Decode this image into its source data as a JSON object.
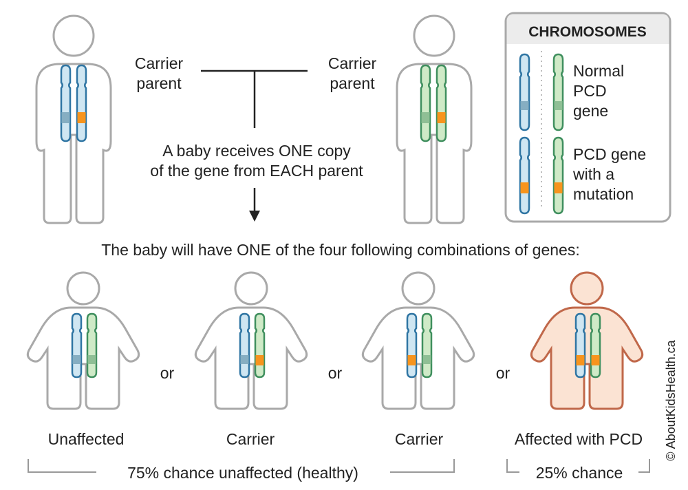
{
  "parents": {
    "left_label_line1": "Carrier",
    "left_label_line2": "parent",
    "right_label_line1": "Carrier",
    "right_label_line2": "parent"
  },
  "inheritance_note": {
    "line1": "A baby receives ONE copy",
    "line2": "of the gene from EACH parent"
  },
  "combinations_heading": "The baby will have ONE of the four following combinations of genes:",
  "legend": {
    "title": "CHROMOSOMES",
    "normal_line1": "Normal",
    "normal_line2": "PCD",
    "normal_line3": "gene",
    "mutation_line1": "PCD gene",
    "mutation_line2": "with a",
    "mutation_line3": "mutation"
  },
  "children": [
    {
      "label": "Unaffected"
    },
    {
      "label": "Carrier"
    },
    {
      "label": "Carrier"
    },
    {
      "label": "Affected with PCD"
    }
  ],
  "separator_word": "or",
  "brackets": {
    "healthy": "75% chance unaffected (healthy)",
    "affected": "25% chance"
  },
  "credit": "© AboutKidsHealth.ca",
  "colors": {
    "outline_gray": "#a9a9a9",
    "blue_fill": "#cfe6f2",
    "blue_stroke": "#2f75a3",
    "green_fill": "#cfeac7",
    "green_stroke": "#3f8f5e",
    "mutation": "#f7941d",
    "affected_fill": "#fbe3d3",
    "affected_stroke": "#c0684a"
  }
}
